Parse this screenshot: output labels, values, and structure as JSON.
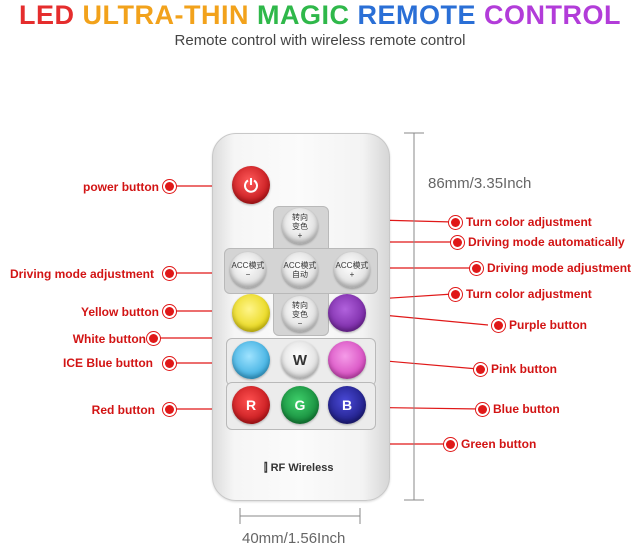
{
  "header": {
    "title_parts": [
      {
        "text": "LED ",
        "color": "#e52d2d"
      },
      {
        "text": "ULTRA-THIN ",
        "color": "#f2a21b"
      },
      {
        "text": "MAGIC ",
        "color": "#2fb84a"
      },
      {
        "text": "REMOTE ",
        "color": "#2a6fd6"
      },
      {
        "text": "CONTROL",
        "color": "#b23cd9"
      }
    ],
    "subtitle": "Remote control with wireless remote control"
  },
  "dimensions": {
    "height": "86mm/3.35Inch",
    "width": "40mm/1.56Inch"
  },
  "remote": {
    "rf_label": "RF Wireless",
    "keys": {
      "turn_color_up": [
        "转向",
        "变色",
        "+"
      ],
      "turn_color_down": [
        "转向",
        "变色",
        "−"
      ],
      "acc_left": [
        "ACC模式",
        "−"
      ],
      "acc_center": [
        "ACC模式",
        "自动"
      ],
      "acc_right": [
        "ACC模式",
        "+"
      ],
      "white": "W",
      "red": "R",
      "green": "G",
      "blue": "B"
    },
    "colors": {
      "power": "#d61f26",
      "yellow": "#f3e41b",
      "purple": "#8a2fb5",
      "ice_blue": "#46b8e6",
      "pink": "#e052c9",
      "red": "#d61f26",
      "green": "#1f9e47",
      "blue": "#2a2a9c"
    }
  },
  "labels": {
    "power": "power button",
    "turn_color_top": "Turn color adjustment",
    "driving_auto": "Driving mode automatically",
    "driving_left": "Driving mode adjustment",
    "driving_right": "Driving mode adjustment",
    "turn_color_bottom": "Turn color adjustment",
    "yellow": "Yellow button",
    "purple": "Purple button",
    "white": "White button",
    "ice_blue": "ICE Blue button",
    "pink": "Pink button",
    "red": "Red button",
    "blue": "Blue button",
    "green": "Green button"
  }
}
